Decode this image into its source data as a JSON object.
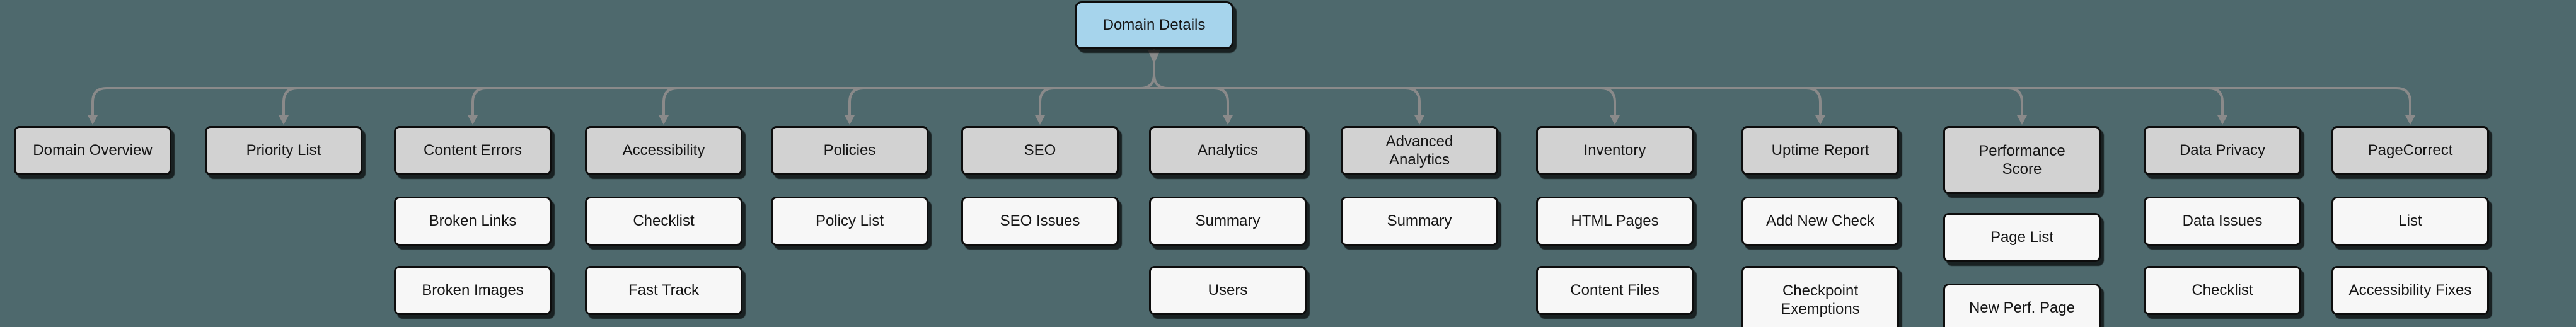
{
  "diagram": {
    "root": {
      "label": "Domain Details"
    },
    "branches": [
      {
        "label": "Domain Overview",
        "children": []
      },
      {
        "label": "Priority List",
        "children": []
      },
      {
        "label": "Content Errors",
        "children": [
          "Broken Links",
          "Broken Images"
        ]
      },
      {
        "label": "Accessibility",
        "children": [
          "Checklist",
          "Fast Track"
        ]
      },
      {
        "label": "Policies",
        "children": [
          "Policy List"
        ]
      },
      {
        "label": "SEO",
        "children": [
          "SEO Issues"
        ]
      },
      {
        "label": "Analytics",
        "children": [
          "Summary",
          "Users"
        ]
      },
      {
        "label": "Advanced\nAnalytics",
        "children": [
          "Summary"
        ]
      },
      {
        "label": "Inventory",
        "children": [
          "HTML Pages",
          "Content Files"
        ]
      },
      {
        "label": "Uptime Report",
        "children": [
          "Add New Check",
          "Checkpoint\nExemptions"
        ]
      },
      {
        "label": "Performance\nScore",
        "children": [
          "Page List",
          "New Perf. Page"
        ]
      },
      {
        "label": "Data Privacy",
        "children": [
          "Data Issues",
          "Checklist"
        ]
      },
      {
        "label": "PageCorrect",
        "children": [
          "List",
          "Accessibility Fixes"
        ]
      }
    ],
    "colors": {
      "background": "#4e696d",
      "root_fill": "#a6d4ec",
      "branch_fill": "#d2d2d2",
      "child_fill": "#f7f7f7",
      "border": "#0d0d0d",
      "edge": "#8a8a8a"
    }
  }
}
